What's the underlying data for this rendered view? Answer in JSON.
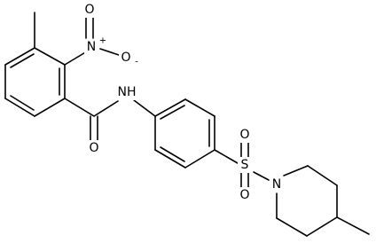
{
  "atoms": {
    "nitro_n": "N",
    "nitro_n_charge": "+",
    "nitro_o_dbl": "O",
    "nitro_o_single": "O",
    "nitro_o_charge": "-",
    "amide_nh": "NH",
    "amide_o": "O",
    "sulfur": "S",
    "sulfonyl_o_top": "O",
    "sulfonyl_o_bottom": "O",
    "piperidine_n": "N"
  },
  "colors": {
    "line": "#000000",
    "background": "#ffffff"
  }
}
